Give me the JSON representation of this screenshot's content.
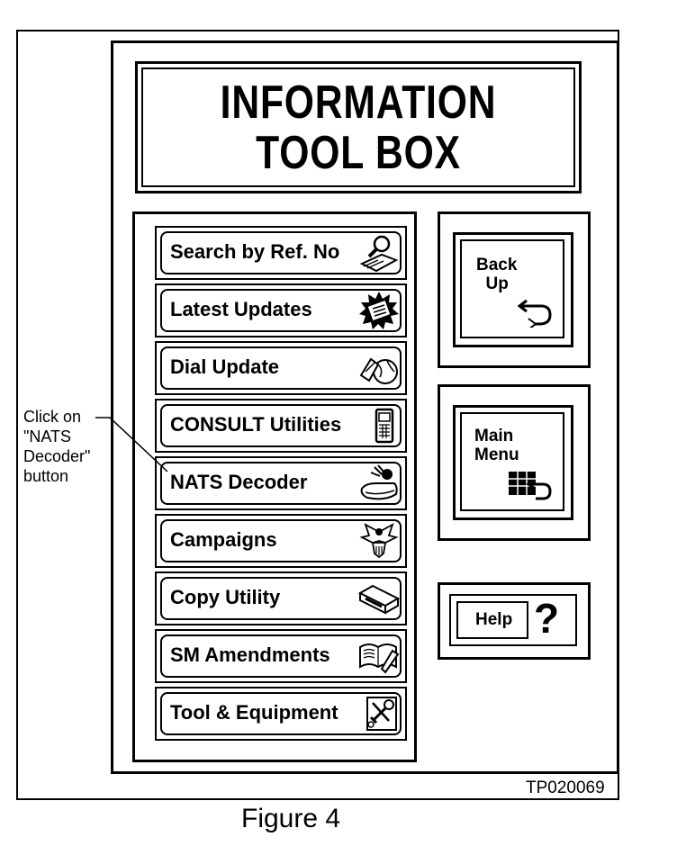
{
  "title": {
    "line1": "INFORMATION",
    "line2": "TOOL BOX"
  },
  "menu": {
    "items": [
      {
        "label": "Search by Ref. No",
        "icon": "magnifier-book-icon"
      },
      {
        "label": "Latest Updates",
        "icon": "news-burst-icon"
      },
      {
        "label": "Dial Update",
        "icon": "globe-satellite-icon"
      },
      {
        "label": "CONSULT Utilities",
        "icon": "handheld-device-icon"
      },
      {
        "label": "NATS Decoder",
        "icon": "key-decoder-icon"
      },
      {
        "label": "Campaigns",
        "icon": "eagle-emblem-icon"
      },
      {
        "label": "Copy Utility",
        "icon": "disk-drive-icon"
      },
      {
        "label": "SM Amendments",
        "icon": "open-book-icon"
      },
      {
        "label": "Tool & Equipment",
        "icon": "tools-icon"
      }
    ]
  },
  "side": {
    "back_up": "Back\n  Up",
    "main_menu": "Main\nMenu",
    "help": "Help",
    "help_glyph": "?"
  },
  "callout": "Click on\n\"NATS\nDecoder\"\nbutton",
  "figure_id": "TP020069",
  "caption": "Figure 4"
}
